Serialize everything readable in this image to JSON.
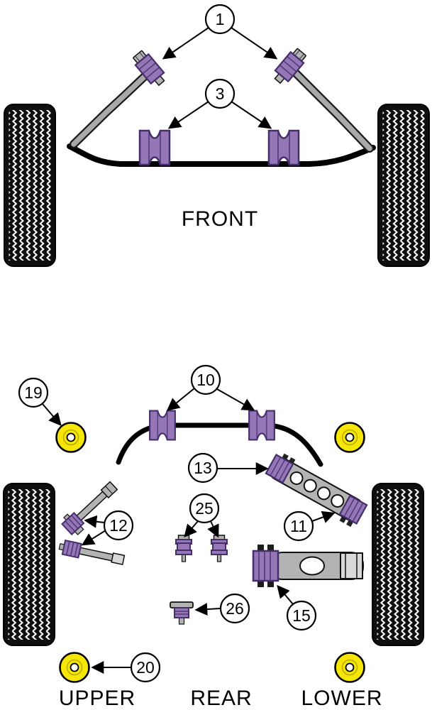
{
  "front": {
    "section_label": "FRONT",
    "callouts": {
      "c1": "1",
      "c3": "3"
    }
  },
  "rear": {
    "section_labels": {
      "left": "UPPER",
      "center": "REAR",
      "right": "LOWER"
    },
    "callouts": {
      "c10": "10",
      "c19": "19",
      "c13": "13",
      "c12": "12",
      "c11": "11",
      "c25": "25",
      "c15": "15",
      "c26": "26",
      "c20": "20"
    }
  },
  "colors": {
    "bush_fill": "#9577b8",
    "bush_stroke": "#452f6b",
    "yellow_fill": "#f5e606",
    "metal_fill": "#b3b3b3",
    "metal_light": "#d9d9d9",
    "tire_fill": "#0f0f0f"
  }
}
